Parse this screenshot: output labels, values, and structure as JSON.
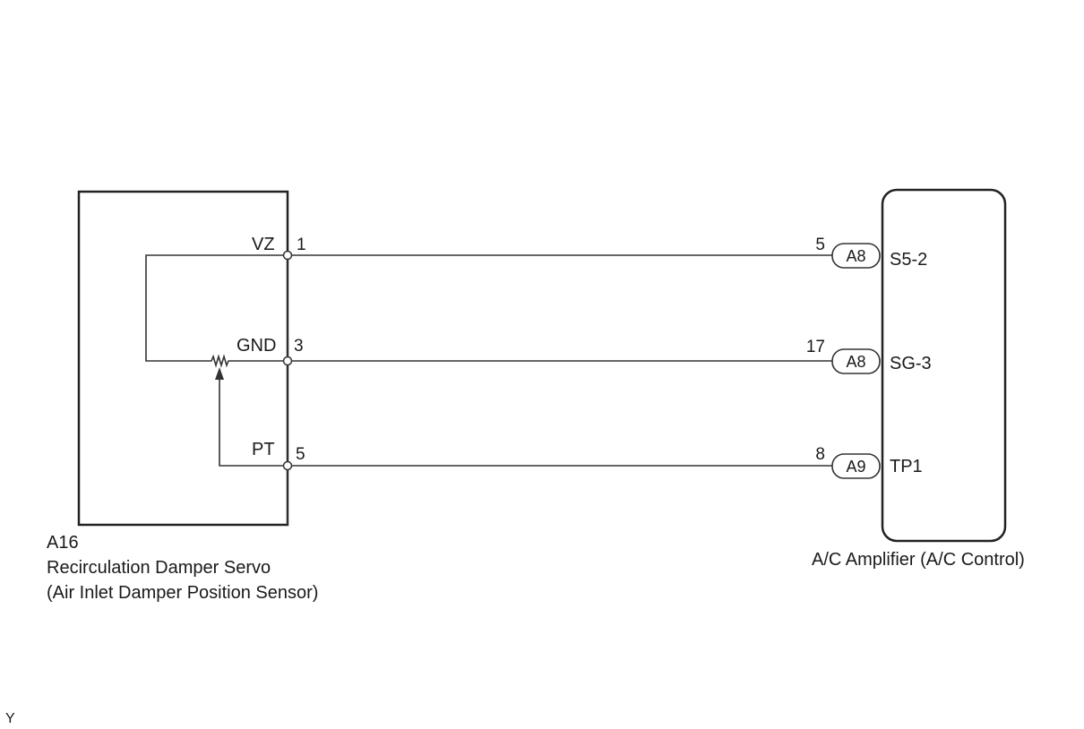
{
  "component_left": {
    "code": "A16",
    "name": "Recirculation Damper Servo",
    "subname": "(Air Inlet Damper Position Sensor)"
  },
  "component_right": {
    "name": "A/C Amplifier (A/C Control)"
  },
  "wires": [
    {
      "left_label": "VZ",
      "left_pin": "1",
      "right_pin": "5",
      "connector": "A8",
      "right_label": "S5-2"
    },
    {
      "left_label": "GND",
      "left_pin": "3",
      "right_pin": "17",
      "connector": "A8",
      "right_label": "SG-3"
    },
    {
      "left_label": "PT",
      "left_pin": "5",
      "right_pin": "8",
      "connector": "A9",
      "right_label": "TP1"
    }
  ],
  "corner_mark": "Y",
  "colors": {
    "line": "#333333",
    "box": "#222222",
    "text": "#1a1a1a"
  }
}
